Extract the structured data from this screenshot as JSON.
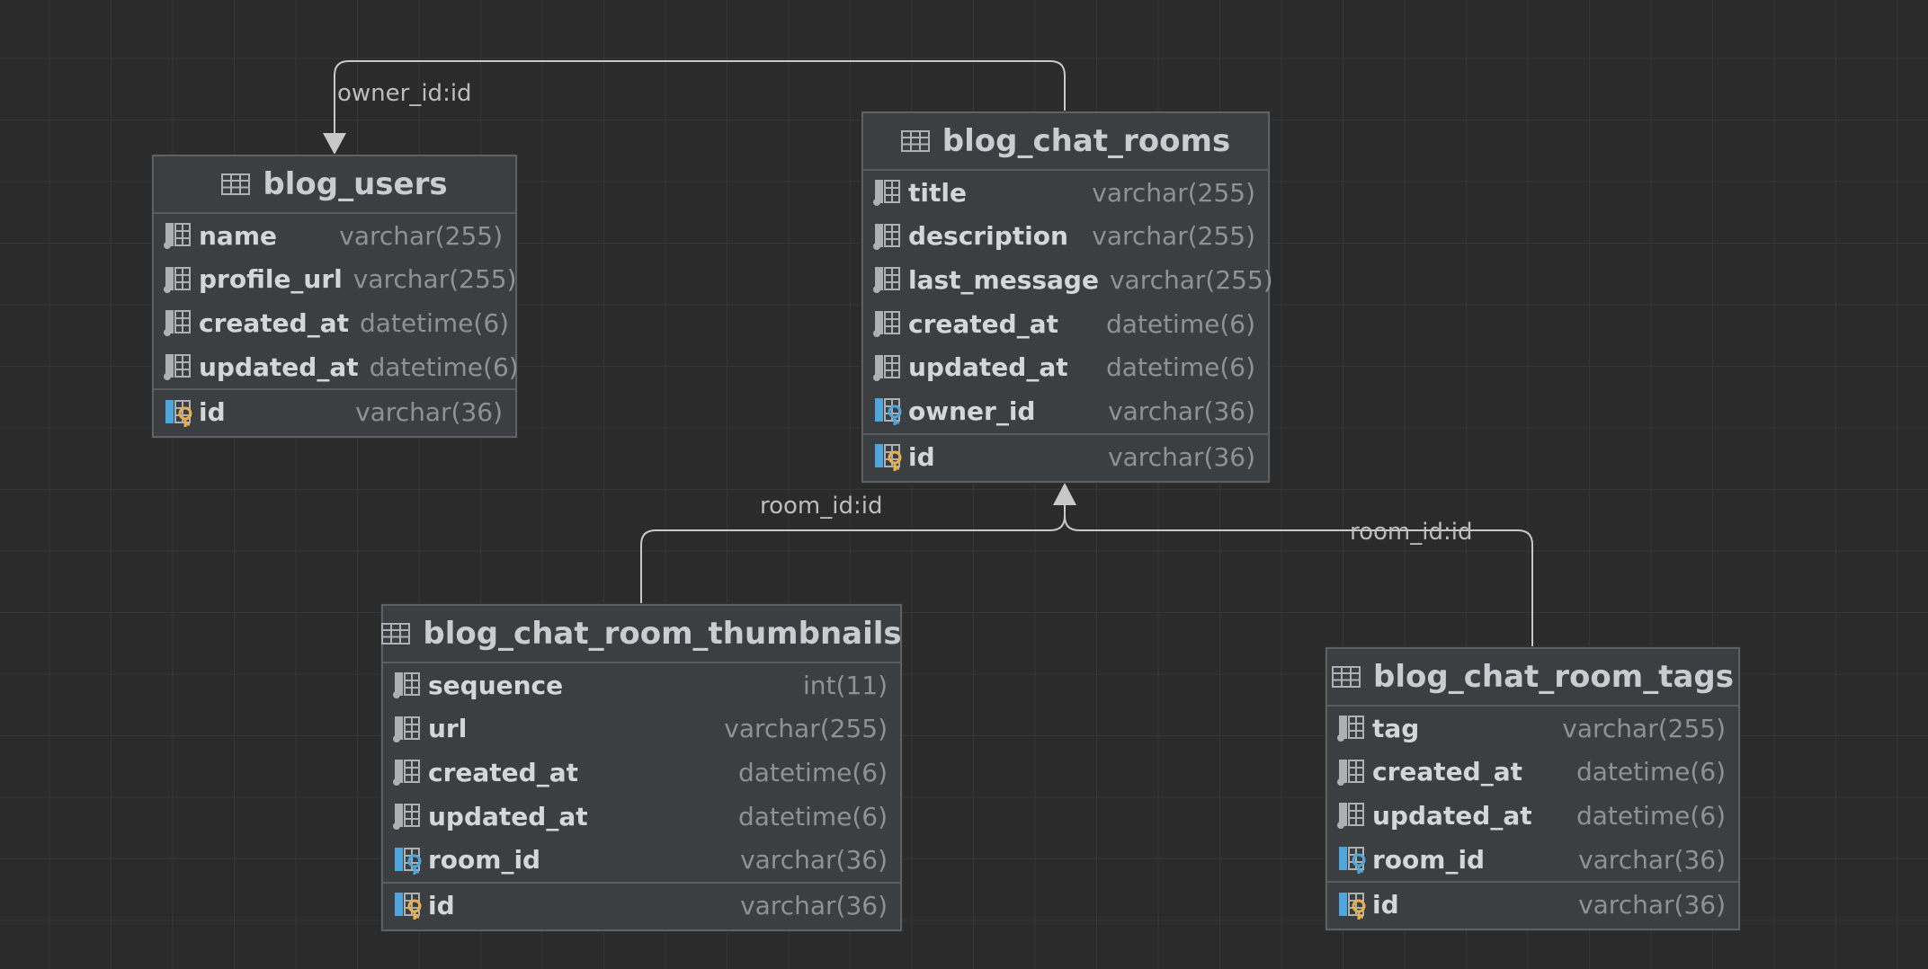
{
  "tables": {
    "blog_users": {
      "name": "blog_users",
      "columns": [
        {
          "name": "name",
          "type": "varchar(255)",
          "kind": "column"
        },
        {
          "name": "profile_url",
          "type": "varchar(255)",
          "kind": "column"
        },
        {
          "name": "created_at",
          "type": "datetime(6)",
          "kind": "column"
        },
        {
          "name": "updated_at",
          "type": "datetime(6)",
          "kind": "column"
        },
        {
          "name": "id",
          "type": "varchar(36)",
          "kind": "primary-key"
        }
      ]
    },
    "blog_chat_rooms": {
      "name": "blog_chat_rooms",
      "columns": [
        {
          "name": "title",
          "type": "varchar(255)",
          "kind": "column"
        },
        {
          "name": "description",
          "type": "varchar(255)",
          "kind": "column"
        },
        {
          "name": "last_message",
          "type": "varchar(255)",
          "kind": "column"
        },
        {
          "name": "created_at",
          "type": "datetime(6)",
          "kind": "column"
        },
        {
          "name": "updated_at",
          "type": "datetime(6)",
          "kind": "column"
        },
        {
          "name": "owner_id",
          "type": "varchar(36)",
          "kind": "foreign-key"
        },
        {
          "name": "id",
          "type": "varchar(36)",
          "kind": "primary-key"
        }
      ]
    },
    "blog_chat_room_thumbnails": {
      "name": "blog_chat_room_thumbnails",
      "columns": [
        {
          "name": "sequence",
          "type": "int(11)",
          "kind": "column"
        },
        {
          "name": "url",
          "type": "varchar(255)",
          "kind": "column"
        },
        {
          "name": "created_at",
          "type": "datetime(6)",
          "kind": "column"
        },
        {
          "name": "updated_at",
          "type": "datetime(6)",
          "kind": "column"
        },
        {
          "name": "room_id",
          "type": "varchar(36)",
          "kind": "foreign-key"
        },
        {
          "name": "id",
          "type": "varchar(36)",
          "kind": "primary-key"
        }
      ]
    },
    "blog_chat_room_tags": {
      "name": "blog_chat_room_tags",
      "columns": [
        {
          "name": "tag",
          "type": "varchar(255)",
          "kind": "column"
        },
        {
          "name": "created_at",
          "type": "datetime(6)",
          "kind": "column"
        },
        {
          "name": "updated_at",
          "type": "datetime(6)",
          "kind": "column"
        },
        {
          "name": "room_id",
          "type": "varchar(36)",
          "kind": "foreign-key"
        },
        {
          "name": "id",
          "type": "varchar(36)",
          "kind": "primary-key"
        }
      ]
    }
  },
  "relations": {
    "rooms_owner": {
      "label": "owner_id:id",
      "from": "blog_chat_rooms",
      "to": "blog_users"
    },
    "thumbnails_room": {
      "label": "room_id:id",
      "from": "blog_chat_room_thumbnails",
      "to": "blog_chat_rooms"
    },
    "tags_room": {
      "label": "room_id:id",
      "from": "blog_chat_room_tags",
      "to": "blog_chat_rooms"
    }
  },
  "colors": {
    "background": "#2b2b2b",
    "table_body": "#3c3f41",
    "edge": "#c8c8c8",
    "key_gold": "#e8b04a",
    "key_blue": "#4ea6dc"
  }
}
